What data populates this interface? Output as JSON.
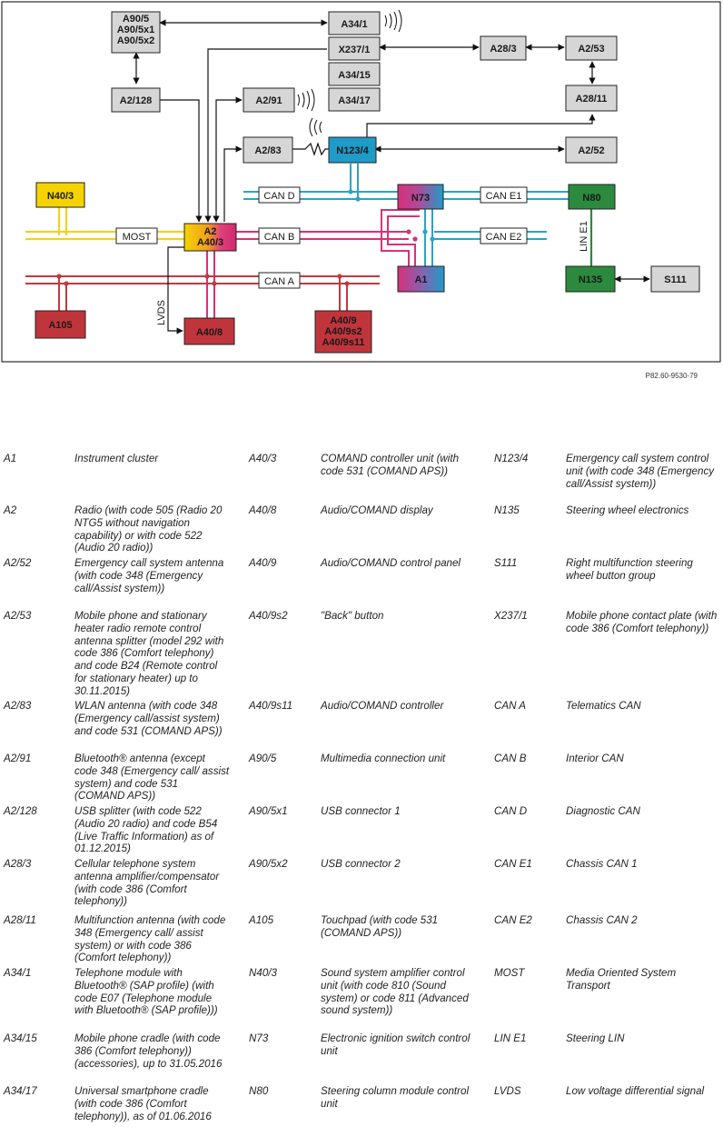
{
  "diagram": {
    "reference": "P82.60-9530-79",
    "boxes": {
      "a90_5": "A90/5\nA90/5x1\nA90/5x2",
      "a34_1": "A34/1",
      "x237_1": "X237/1",
      "a34_15": "A34/15",
      "a34_17": "A34/17",
      "a28_3": "A28/3",
      "a2_53": "A2/53",
      "a2_128": "A2/128",
      "a2_91": "A2/91",
      "a28_11": "A28/11",
      "a2_83": "A2/83",
      "n123_4": "N123/4",
      "a2_52": "A2/52",
      "n40_3": "N40/3",
      "n73": "N73",
      "n80": "N80",
      "a2": "A2\nA40/3",
      "a1": "A1",
      "n135": "N135",
      "s111": "S111",
      "a105": "A105",
      "a40_8": "A40/8",
      "a40_9": "A40/9\nA40/9s2\nA40/9s11"
    },
    "buses": {
      "can_d": "CAN D",
      "can_e1": "CAN E1",
      "most": "MOST",
      "can_b": "CAN B",
      "can_e2": "CAN E2",
      "can_a": "CAN A",
      "lin_e1": "LIN E1",
      "lvds": "LVDS"
    },
    "colors": {
      "gray_box": "#d6d6d6",
      "most_yellow": "#f2d21c",
      "n40_3_fill": "#f5d300",
      "can_d_blue": "#2aa3c6",
      "can_b_magenta": "#d6317a",
      "can_a_red": "#c2393f",
      "green": "#2b8a3e",
      "n123_fill": "#1f9bc7",
      "a105_fill": "#c0353b"
    }
  },
  "legend": [
    [
      [
        "A1",
        "Instrument cluster"
      ],
      [
        "A40/3",
        "COMAND controller unit (with code 531 (COMAND APS))"
      ],
      [
        "N123/4",
        "Emergency call system control unit (with code 348 (Emergency call/Assist system))"
      ]
    ],
    [
      [
        "A2",
        "Radio (with code 505 (Radio 20 NTG5 without navigation capability) or with code 522 (Audio 20 radio))"
      ],
      [
        "A40/8",
        "Audio/COMAND display"
      ],
      [
        "N135",
        "Steering wheel electronics"
      ]
    ],
    [
      [
        "A2/52",
        "Emergency call system antenna (with code 348 (Emergency call/Assist system))"
      ],
      [
        "A40/9",
        "Audio/COMAND control panel"
      ],
      [
        "S111",
        "Right multifunction steering wheel button group"
      ]
    ],
    [
      [
        "A2/53",
        "Mobile phone and stationary heater radio remote control antenna splitter (model 292 with code 386 (Comfort telephony) and code B24 (Remote control for stationary heater) up to 30.11.2015)"
      ],
      [
        "A40/9s2",
        "\"Back\" button"
      ],
      [
        "X237/1",
        "Mobile phone contact plate (with code 386 (Comfort telephony))"
      ]
    ],
    [
      [
        "A2/83",
        "WLAN antenna (with code 348 (Emergency call/assist system) and code 531 (COMAND APS))"
      ],
      [
        "A40/9s11",
        "Audio/COMAND controller"
      ],
      [
        "CAN A",
        "Telematics CAN"
      ]
    ],
    [
      [
        "A2/91",
        "Bluetooth® antenna (except code 348 (Emergency call/ assist system) and code 531 (COMAND APS))"
      ],
      [
        "A90/5",
        "Multimedia connection unit"
      ],
      [
        "CAN B",
        "Interior CAN"
      ]
    ],
    [
      [
        "A2/128",
        "USB splitter (with code 522 (Audio 20 radio) and code B54 (Live Traffic Information) as of 01.12.2015)"
      ],
      [
        "A90/5x1",
        "USB connector 1"
      ],
      [
        "CAN D",
        "Diagnostic CAN"
      ]
    ],
    [
      [
        "A28/3",
        "Cellular telephone system antenna amplifier/compensator (with code 386 (Comfort telephony))"
      ],
      [
        "A90/5x2",
        "USB connector 2"
      ],
      [
        "CAN E1",
        "Chassis CAN 1"
      ]
    ],
    [
      [
        "A28/11",
        "Multifunction antenna (with code 348 (Emergency call/ assist system) or with code 386 (Comfort telephony))"
      ],
      [
        "A105",
        "Touchpad (with code 531 (COMAND APS))"
      ],
      [
        "CAN E2",
        "Chassis CAN 2"
      ]
    ],
    [
      [
        "A34/1",
        "Telephone module with Bluetooth® (SAP profile) (with code E07 (Telephone module with Bluetooth® (SAP profile)))"
      ],
      [
        "N40/3",
        "Sound system amplifier control unit (with code 810 (Sound system) or code 811 (Advanced sound system))"
      ],
      [
        "MOST",
        "Media Oriented System Transport"
      ]
    ],
    [
      [
        "A34/15",
        "Mobile phone cradle (with code 386 (Comfort telephony)) (accessories), up to 31.05.2016"
      ],
      [
        "N73",
        "Electronic ignition switch control unit"
      ],
      [
        "LIN E1",
        "Steering LIN"
      ]
    ],
    [
      [
        "A34/17",
        "Universal smartphone cradle (with code 386 (Comfort telephony)), as of 01.06.2016"
      ],
      [
        "N80",
        "Steering column module control unit"
      ],
      [
        "LVDS",
        "Low voltage differential signal"
      ]
    ]
  ]
}
